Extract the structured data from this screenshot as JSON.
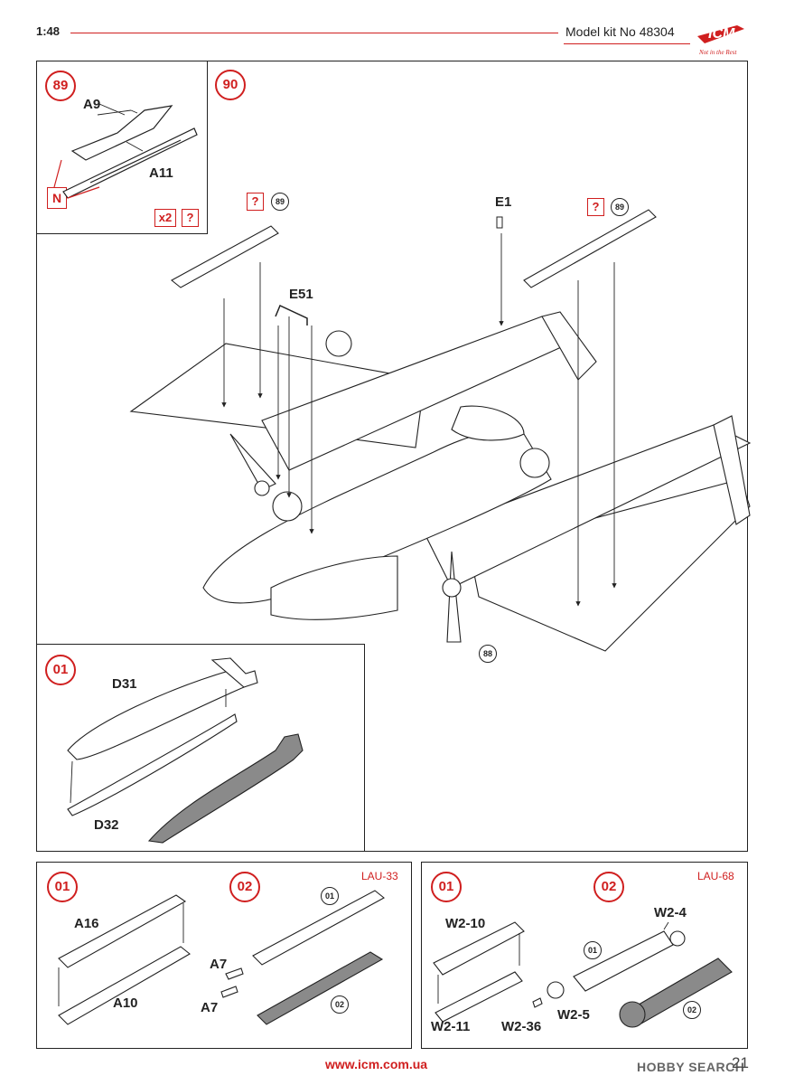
{
  "header": {
    "scale": "1:48",
    "kit": "Model kit No 48304",
    "logo_text": "ICM",
    "logo_tagline": "Not in the Rest"
  },
  "step89": {
    "step": "89",
    "parts": {
      "a9": "A9",
      "a11": "A11"
    },
    "note": "N",
    "qty": "x2",
    "question": "?"
  },
  "step90": {
    "step": "90",
    "parts": {
      "e1": "E1",
      "e51": "E51"
    },
    "refs": {
      "ref89a": "89",
      "ref89b": "89",
      "ref88": "88"
    },
    "question": "?"
  },
  "step01a": {
    "step": "01",
    "parts": {
      "d31": "D31",
      "d32": "D32"
    }
  },
  "lau33": {
    "title": "LAU-33",
    "s1": {
      "step": "01",
      "parts": {
        "a16": "A16",
        "a10": "A10"
      }
    },
    "s2": {
      "step": "02",
      "parts": {
        "a7a": "A7",
        "a7b": "A7"
      },
      "refs": {
        "r01": "01",
        "r02": "02"
      }
    }
  },
  "lau68": {
    "title": "LAU-68",
    "s1": {
      "step": "01",
      "parts": {
        "w2_10": "W2-10",
        "w2_11": "W2-11"
      }
    },
    "s2": {
      "step": "02",
      "parts": {
        "w2_4": "W2-4",
        "w2_36": "W2-36",
        "w2_5": "W2-5"
      },
      "refs": {
        "r01": "01",
        "r02": "02"
      }
    }
  },
  "footer": {
    "url": "www.icm.com.ua",
    "page": "21",
    "watermark": "HOBBY SEARCH"
  },
  "colors": {
    "accent": "#d01f1f",
    "line": "#222222",
    "part_grey": "#8a8a8a"
  }
}
